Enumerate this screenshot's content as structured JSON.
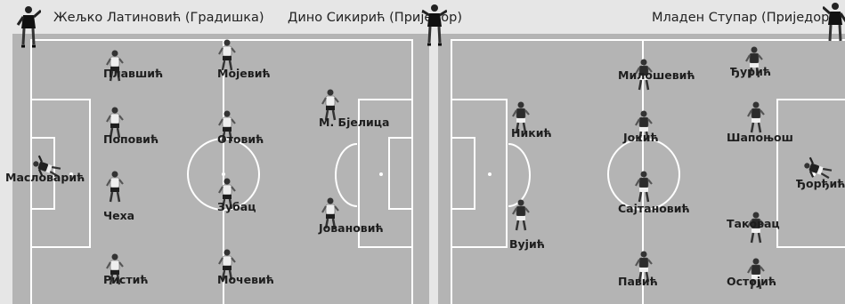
{
  "referees": [
    {
      "name": "Жељко Латиновић (Градишка)"
    },
    {
      "name": "Дино Сикирић (Приједор)"
    },
    {
      "name": "Младен Ступар (Приједор)."
    }
  ],
  "left_team": {
    "kit": "light",
    "players": [
      {
        "name": "Масловарић",
        "role": "goalkeeper"
      },
      {
        "name": "Плавшић"
      },
      {
        "name": "Поповић"
      },
      {
        "name": "Чеха"
      },
      {
        "name": "Ристић"
      },
      {
        "name": "Мојевић"
      },
      {
        "name": "Отовић"
      },
      {
        "name": "Зубац"
      },
      {
        "name": "Мочевић"
      },
      {
        "name": "М. Бјелица"
      },
      {
        "name": "Јовановић"
      }
    ]
  },
  "right_team": {
    "kit": "dark",
    "players": [
      {
        "name": "Никић"
      },
      {
        "name": "Вујић"
      },
      {
        "name": "Милошевић"
      },
      {
        "name": "Јокић"
      },
      {
        "name": "Сајтановић"
      },
      {
        "name": "Павић"
      },
      {
        "name": "Ђурић"
      },
      {
        "name": "Шапоњош"
      },
      {
        "name": "Таковац"
      },
      {
        "name": "Остојић"
      },
      {
        "name": "Ђорђић",
        "role": "goalkeeper"
      }
    ]
  },
  "colors": {
    "pitch": "#b4b4b4",
    "lines": "#ffffff",
    "background": "#e6e6e6",
    "text": "#1e1e1e"
  }
}
